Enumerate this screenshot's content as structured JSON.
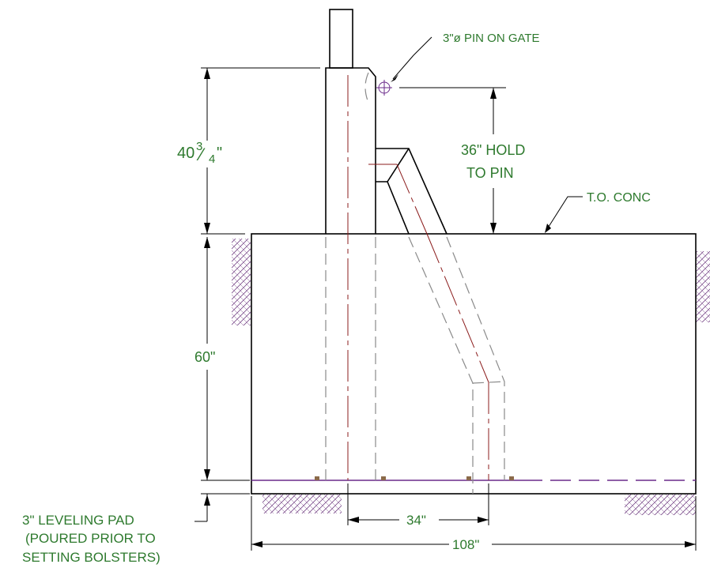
{
  "labels": {
    "pin_note": "3\"ø PIN ON GATE",
    "height_whole": "40",
    "height_num": "3",
    "height_slash": "⁄",
    "height_den": "4",
    "height_unit": "\"",
    "hold_line1": "36\" HOLD",
    "hold_line2": "TO PIN",
    "top_conc": "T.O. CONC",
    "depth": "60\"",
    "spacing": "34\"",
    "width": "108\"",
    "pad_line1": "3\"  LEVELING PAD",
    "pad_line2": "(POURED PRIOR TO",
    "pad_line3": "SETTING BOLSTERS)"
  },
  "colors": {
    "text": "#2e7a2e",
    "outline": "#000000",
    "hidden": "#8a8a8a",
    "centerline": "#8b1c1c",
    "leveling_pad": "#6a2a8a"
  }
}
